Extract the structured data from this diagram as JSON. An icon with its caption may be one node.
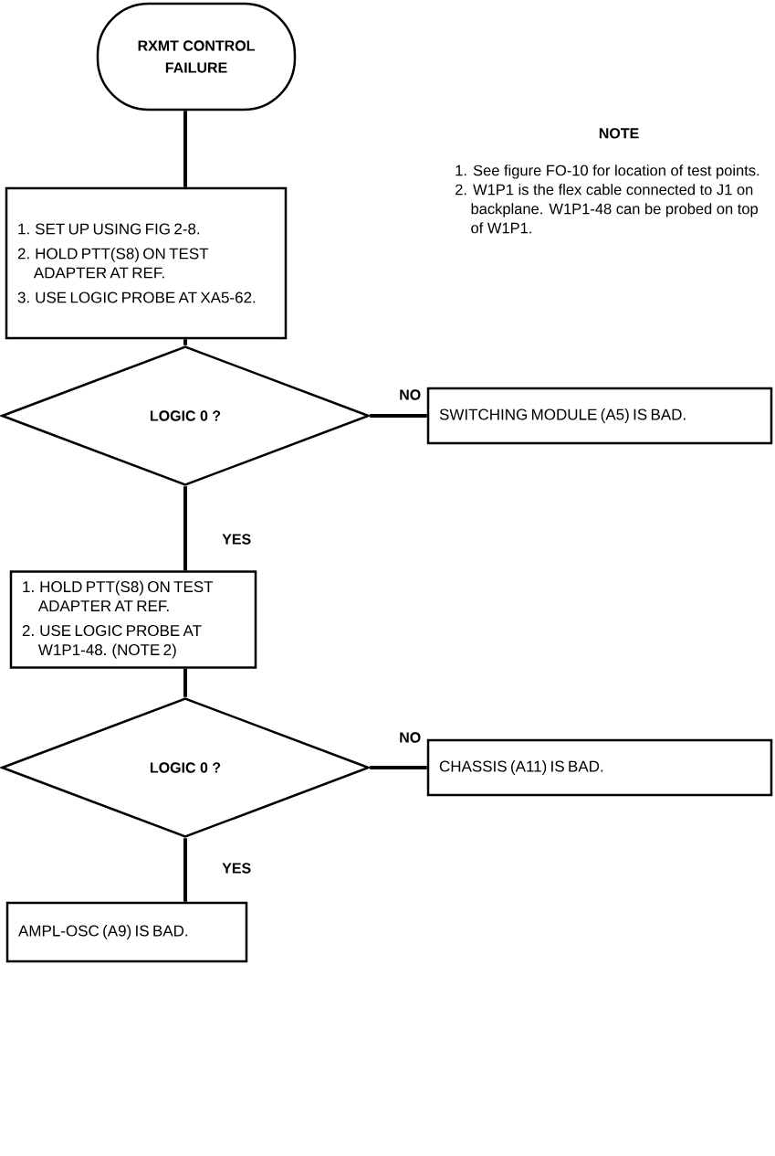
{
  "diagram": {
    "nodes": [
      {
        "text": [
          "RXMT CONTROL FAILURE"
        ]
      },
      {
        "text": [
          "1. SET UP USING FIG 2-8.",
          "2. HOLD PTT(S8) ON TEST ADAPTER AT REF.",
          "3. USE LOGIC PROBE AT XA5-62."
        ]
      },
      {
        "text": [
          "LOGIC 0 ?"
        ]
      },
      {
        "text": [
          "SWITCHING MODULE (A5) IS BAD."
        ]
      },
      {
        "text": [
          "1. HOLD PTT(S8) ON TEST ADAPTER AT REF.",
          "2. USE LOGIC PROBE AT W1P1-48. (NOTE 2)"
        ]
      },
      {
        "text": [
          "LOGIC 0 ?"
        ]
      },
      {
        "text": [
          "CHASSIS (A11) IS BAD."
        ]
      },
      {
        "text": [
          "AMPL-OSC (A9) IS BAD."
        ]
      }
    ],
    "edges": [
      {
        "from": 0,
        "to": 1,
        "arrow": "none"
      },
      {
        "from": 1,
        "to": 2,
        "arrow": "none"
      },
      {
        "from": 2,
        "to": 3,
        "arrow": "none",
        "label": "NO"
      },
      {
        "from": 2,
        "to": 4,
        "arrow": "none",
        "label": "YES"
      },
      {
        "from": 4,
        "to": 5,
        "arrow": "none"
      },
      {
        "from": 5,
        "to": 6,
        "arrow": "none",
        "label": "NO"
      },
      {
        "from": 5,
        "to": 7,
        "arrow": "none",
        "label": "YES"
      }
    ],
    "labels": [
      "NOTE",
      "1. See figure FO-10 for location of test points.",
      "2. W1P1 is the flex cable connected to J1 on backplane. W1P1-48 can be probed on top of W1P1."
    ]
  }
}
